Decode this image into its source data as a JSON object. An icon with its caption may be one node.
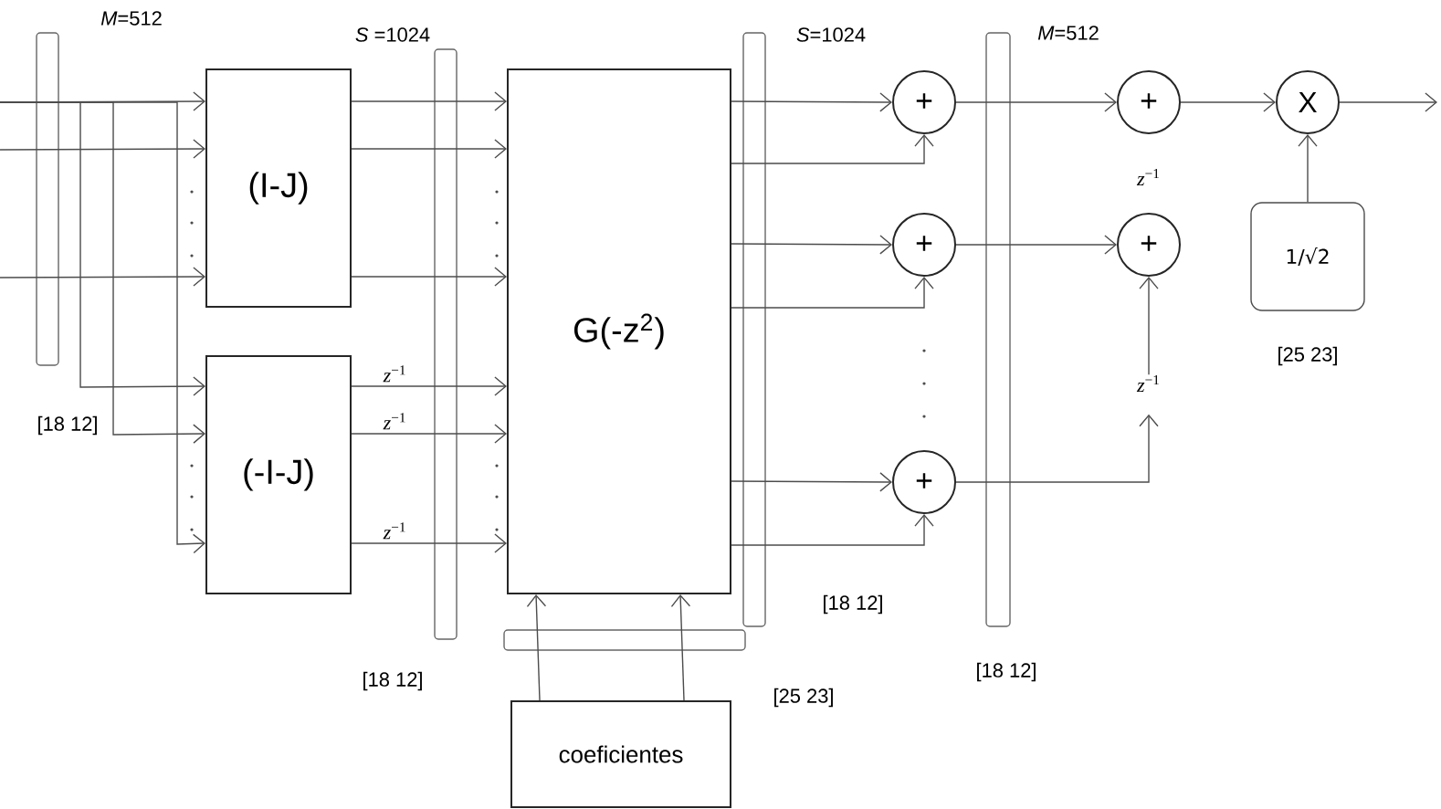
{
  "diagram": {
    "nodes": [
      {
        "text": [
          "(I-J)"
        ]
      },
      {
        "text": [
          "(-I-J)"
        ]
      },
      {
        "text": [
          "G(-z$^{2}$)"
        ]
      },
      {
        "text": [
          "coeficientes"
        ]
      },
      {
        "text": [
          "+"
        ]
      },
      {
        "text": [
          "+"
        ]
      },
      {
        "text": [
          "+"
        ]
      },
      {
        "text": [
          "+"
        ]
      },
      {
        "text": [
          "+"
        ]
      },
      {
        "text": [
          "X"
        ]
      },
      {
        "text": [
          "1/√2"
        ]
      },
      {
        "text": [
          "*z*$^{−1}$"
        ]
      }
    ],
    "edges": [
      {
        "from": null,
        "to": 0,
        "arrow": "to"
      },
      {
        "from": null,
        "to": 0,
        "arrow": "to"
      },
      {
        "from": null,
        "to": 0,
        "arrow": "to"
      },
      {
        "from": null,
        "to": 1,
        "arrow": "to"
      },
      {
        "from": null,
        "to": 1,
        "arrow": "to"
      },
      {
        "from": null,
        "to": 1,
        "arrow": "to"
      },
      {
        "from": 0,
        "to": 2,
        "arrow": "to"
      },
      {
        "from": 0,
        "to": 2,
        "arrow": "to"
      },
      {
        "from": 0,
        "to": 2,
        "arrow": "to"
      },
      {
        "from": 1,
        "to": 2,
        "arrow": "to",
        "label": "*z*$^{−1}$"
      },
      {
        "from": 1,
        "to": 2,
        "arrow": "to",
        "label": "*z*$^{−1}$"
      },
      {
        "from": 1,
        "to": 2,
        "arrow": "to",
        "label": "*z*$^{−1}$"
      },
      {
        "from": 2,
        "to": 4,
        "arrow": "to"
      },
      {
        "from": 2,
        "to": 4,
        "arrow": "to"
      },
      {
        "from": 2,
        "to": 5,
        "arrow": "to"
      },
      {
        "from": 2,
        "to": 5,
        "arrow": "to"
      },
      {
        "from": 2,
        "to": 6,
        "arrow": "to"
      },
      {
        "from": 2,
        "to": 6,
        "arrow": "to"
      },
      {
        "from": 4,
        "to": 7,
        "arrow": "to"
      },
      {
        "from": 5,
        "to": 8,
        "arrow": "to"
      },
      {
        "from": 6,
        "to": 11,
        "arrow": "to"
      },
      {
        "from": 11,
        "to": 8,
        "arrow": "to"
      },
      {
        "from": 7,
        "to": 9,
        "arrow": "to"
      },
      {
        "from": 10,
        "to": 9,
        "arrow": "to"
      },
      {
        "from": 9,
        "to": null,
        "arrow": "to"
      },
      {
        "from": 3,
        "to": 2,
        "arrow": "to"
      },
      {
        "from": 3,
        "to": 2,
        "arrow": "to"
      }
    ],
    "labels": [
      "*M*=512",
      "*S* =1024",
      "*S*=1024",
      "*M*=512",
      "*z*$^{−1}$",
      "[18 12]",
      "[25 23]",
      "[18 12]",
      "[18 12]",
      "[25 23]",
      "[18 12]"
    ]
  }
}
